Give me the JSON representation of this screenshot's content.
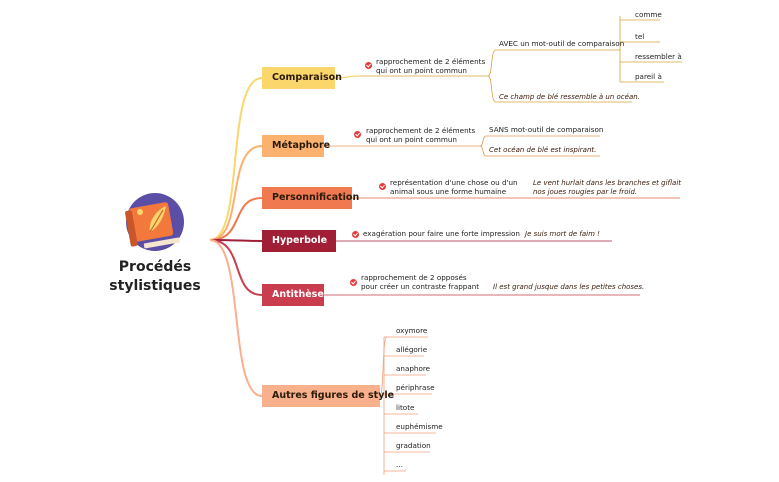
{
  "central": {
    "title_line1": "Procédés",
    "title_line2": "stylistiques"
  },
  "branches": {
    "comparaison": {
      "label": "Comparaison",
      "definition_line1": "rapprochement de 2 éléments",
      "definition_line2": "qui ont un point commun",
      "tool": "AVEC un mot-outil de comparaison",
      "words": [
        "comme",
        "tel",
        "ressembler à",
        "pareil à"
      ],
      "example": "Ce champ de blé ressemble à un océan."
    },
    "metaphore": {
      "label": "Métaphore",
      "definition_line1": "rapprochement de 2 éléments",
      "definition_line2": "qui ont un point commun",
      "tool": "SANS mot-outil de comparaison",
      "example": "Cet océan de blé est inspirant."
    },
    "personnification": {
      "label": "Personnification",
      "definition_line1": "représentation d'une chose ou d'un",
      "definition_line2": "animal sous une forme humaine",
      "example_line1": "Le vent hurlait dans les branches et giflait",
      "example_line2": "nos joues rougies par le froid."
    },
    "hyperbole": {
      "label": "Hyperbole",
      "definition": "exagération pour faire une forte impression",
      "example": "Je suis mort de faim !"
    },
    "antithese": {
      "label": "Antithèse",
      "definition_line1": "rapprochement de 2 opposés",
      "definition_line2": "pour créer un contraste frappant",
      "example": "Il est grand jusque dans les petites choses."
    },
    "autres": {
      "label": "Autres figures de style",
      "items": [
        "oxymore",
        "allégorie",
        "anaphore",
        "périphrase",
        "litote",
        "euphémisme",
        "gradation",
        "..."
      ]
    }
  },
  "colors": {
    "comparaison": "#fbd66b",
    "metaphore": "#fbb26f",
    "personnification": "#f0794f",
    "hyperbole": "#a01f37",
    "antithese": "#c93d4e",
    "autres": "#f9b08c"
  }
}
